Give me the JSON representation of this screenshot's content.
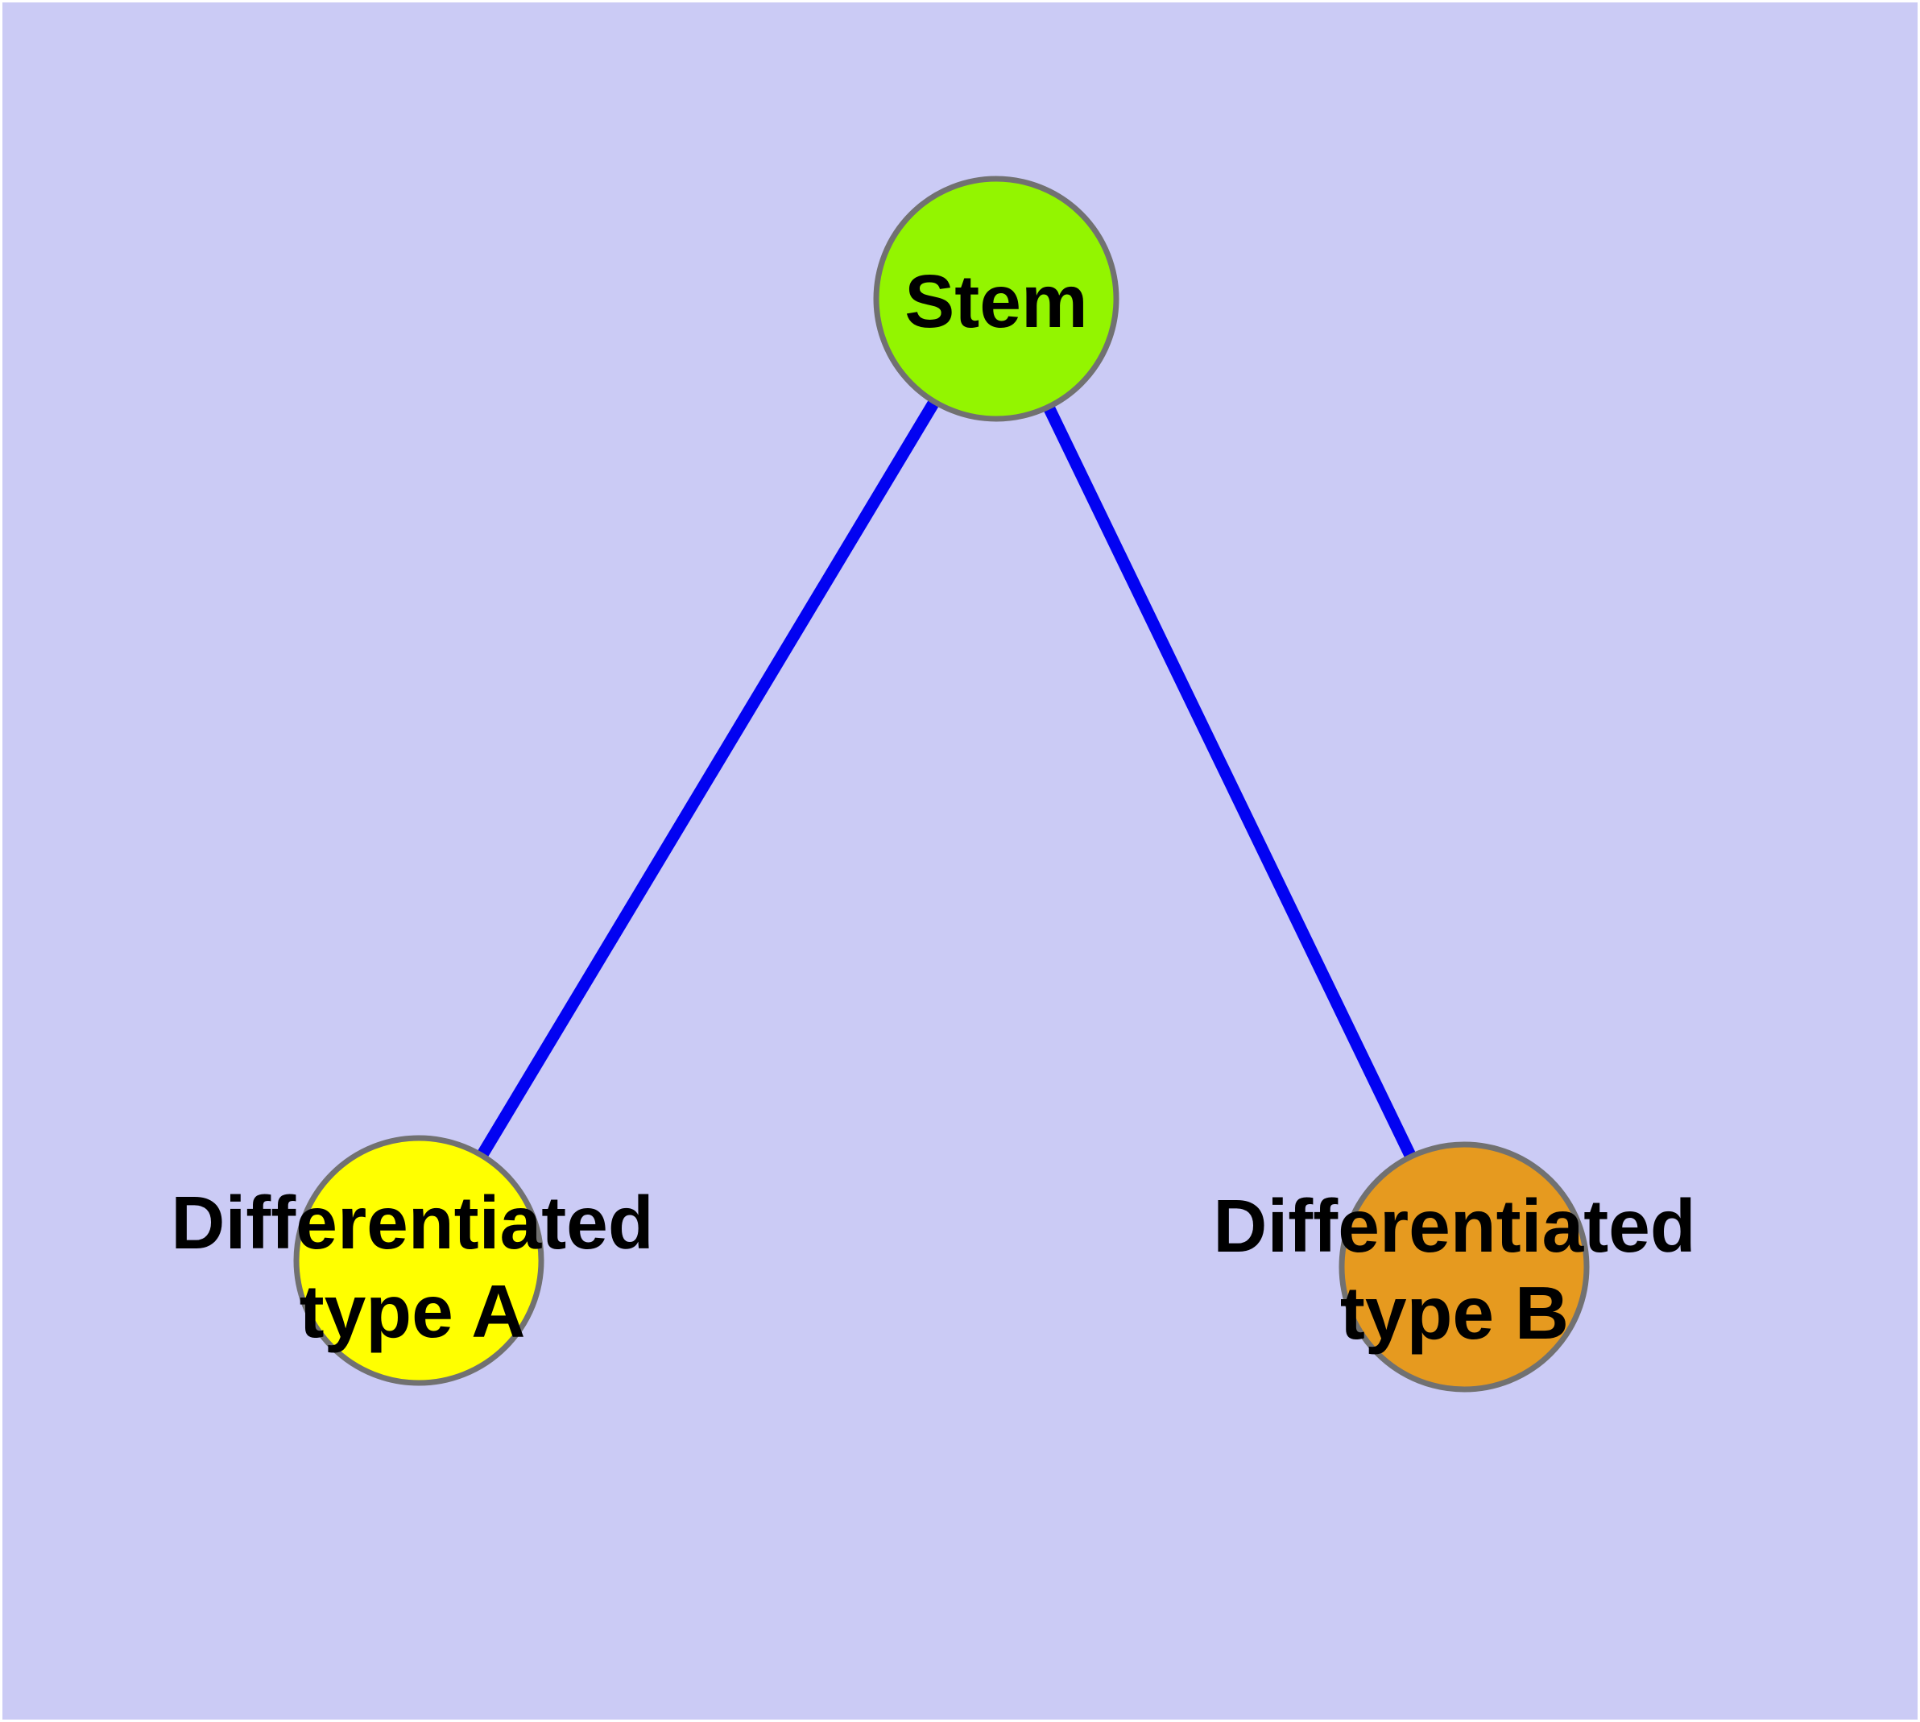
{
  "diagram": {
    "type": "graph",
    "background_color": "#cbcbf5",
    "frame_color": "#ffffff",
    "edge_color": "#0202f2",
    "node_border_color": "#717171",
    "label_color": "#000000",
    "nodes": [
      {
        "id": "stem",
        "label": "Stem",
        "label_line1": "Stem",
        "label_line2": "",
        "fill_color": "#93f500"
      },
      {
        "id": "differentiated-type-a",
        "label": "Differentiated type A",
        "label_line1": "Differentiated",
        "label_line2": "type A",
        "fill_color": "#ffff00"
      },
      {
        "id": "differentiated-type-b",
        "label": "Differentiated type B",
        "label_line1": "Differentiated",
        "label_line2": "type B",
        "fill_color": "#e69a1f"
      }
    ],
    "edges": [
      {
        "from": "stem",
        "to": "differentiated-type-a"
      },
      {
        "from": "stem",
        "to": "differentiated-type-b"
      }
    ]
  }
}
